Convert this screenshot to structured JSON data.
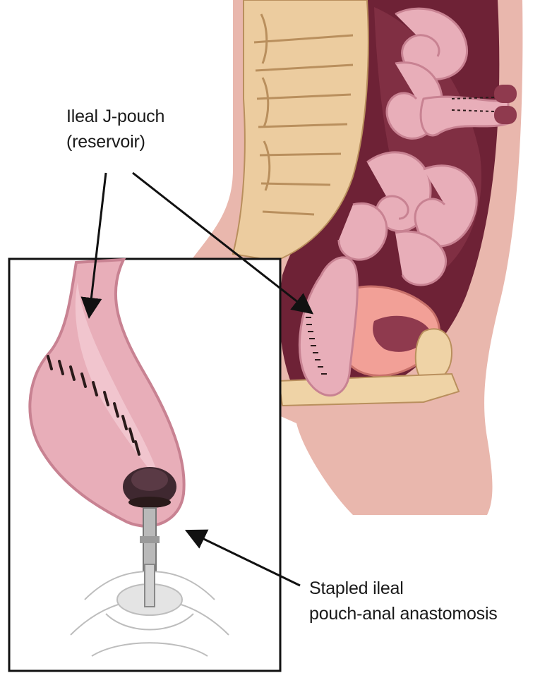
{
  "labels": {
    "j_pouch": {
      "line1": "Ileal J-pouch",
      "line2": "(reservoir)"
    },
    "anastomosis": {
      "line1": "Stapled ileal",
      "line2": "pouch-anal anastomosis"
    }
  },
  "colors": {
    "background": "#ffffff",
    "skin": "#e9b7ad",
    "skin_shadow": "#d29a8f",
    "cavity": "#6e2236",
    "cavity_light": "#8f3a4e",
    "bowel": "#e8aeb9",
    "bowel_shade": "#c88292",
    "spine": "#eccc9f",
    "spine_line": "#b98f5d",
    "uterus": "#f2a097",
    "bone": "#efd3a6",
    "staple": "#2a1a1a",
    "anvil": "#3f2830",
    "metal": "#b9b9b9",
    "arrow": "#111111",
    "inset_border": "#111111"
  },
  "icons": {
    "arrow_head": "triangle-arrowhead"
  }
}
